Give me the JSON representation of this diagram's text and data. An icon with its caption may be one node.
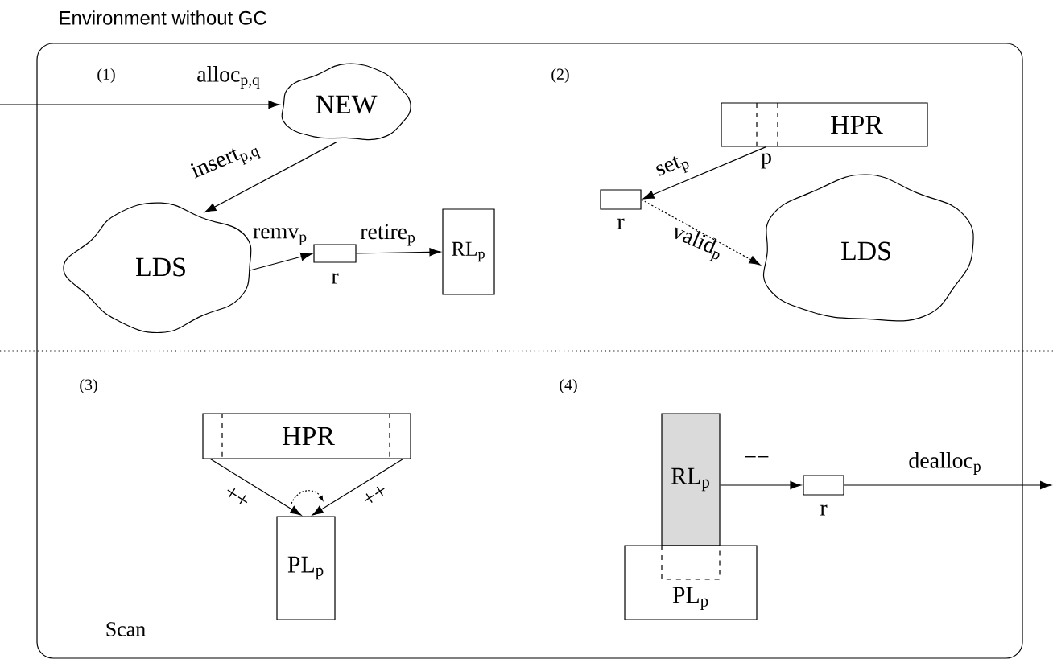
{
  "diagram": {
    "title": "Environment without GC",
    "nodes": [
      {
        "text": [
          "NEW"
        ]
      },
      {
        "text": [
          "LDS"
        ]
      },
      {
        "text": [],
        "shape": "box",
        "beside": [
          "r"
        ]
      },
      {
        "text": [
          "RL$_{p}$"
        ]
      },
      {
        "text": [
          "HPR"
        ],
        "beside": [
          "p"
        ]
      },
      {
        "text": [],
        "shape": "box",
        "beside": [
          "r"
        ]
      },
      {
        "text": [
          "LDS"
        ]
      },
      {
        "text": [
          "HPR"
        ]
      },
      {
        "text": [
          "PL$_{p}$"
        ]
      },
      {
        "text": [
          "RL$_{p}$"
        ]
      },
      {
        "text": [
          "PL$_{p}$"
        ]
      },
      {
        "text": [],
        "shape": "box",
        "beside": [
          "r"
        ]
      }
    ],
    "edges": [
      {
        "from": null,
        "to": 0,
        "arrow": "to",
        "label": "alloc$_{p,q}$"
      },
      {
        "from": 0,
        "to": 1,
        "arrow": "to",
        "label": "insert$_{p,q}$"
      },
      {
        "from": 1,
        "to": 2,
        "arrow": "to",
        "label": "remv$_{p}$"
      },
      {
        "from": 2,
        "to": 3,
        "arrow": "to",
        "label": "retire$_{p}$"
      },
      {
        "from": 4,
        "to": 5,
        "arrow": "to",
        "label": "set$_{p}$"
      },
      {
        "from": 5,
        "to": 6,
        "arrow": "to",
        "label": "valid$_{p}$",
        "style": "dashed"
      },
      {
        "from": 7,
        "to": 8,
        "arrow": "to",
        "label": "++"
      },
      {
        "from": 7,
        "to": 8,
        "arrow": "to",
        "label": "++"
      },
      {
        "from": 9,
        "to": 11,
        "arrow": "to",
        "label": "−−"
      },
      {
        "from": 11,
        "to": null,
        "arrow": "to",
        "label": "dealloc$_{p}$"
      }
    ],
    "labels": [
      "(1)",
      "(2)",
      "(3)",
      "(4)",
      "Scan"
    ]
  }
}
